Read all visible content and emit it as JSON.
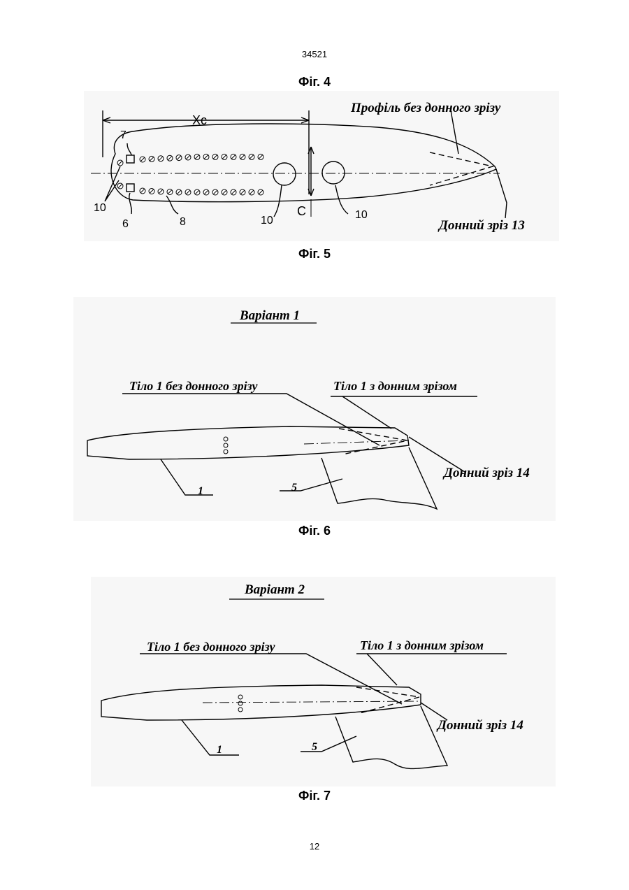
{
  "header": {
    "doc_number": "34521"
  },
  "fig4": {
    "caption": "Фіг. 4"
  },
  "fig5": {
    "caption": "Фіг. 5",
    "label_xc": "Xc",
    "label_c": "C",
    "label_profile": "Профіль без донного зрізу",
    "label_base_cut": "Донний зріз 13",
    "num_7": "7",
    "num_6": "6",
    "num_8": "8",
    "num_10a": "10",
    "num_10b": "10",
    "num_10c": "10"
  },
  "fig6": {
    "caption": "Фіг. 6",
    "variant": "Варіант 1",
    "label_body_without": "Тіло 1 без донного зрізу",
    "label_body_with": "Тіло 1 з донним зрізом",
    "label_base_cut": "Донний зріз 14",
    "num_1": "1",
    "num_5": "5"
  },
  "fig7": {
    "caption": "Фіг. 7",
    "variant": "Варіант 2",
    "label_body_without": "Тіло 1 без донного зрізу",
    "label_body_with": "Тіло 1 з донним зрізом",
    "label_base_cut": "Донний зріз 14",
    "num_1": "1",
    "num_5": "5"
  },
  "footer": {
    "page_number": "12"
  }
}
